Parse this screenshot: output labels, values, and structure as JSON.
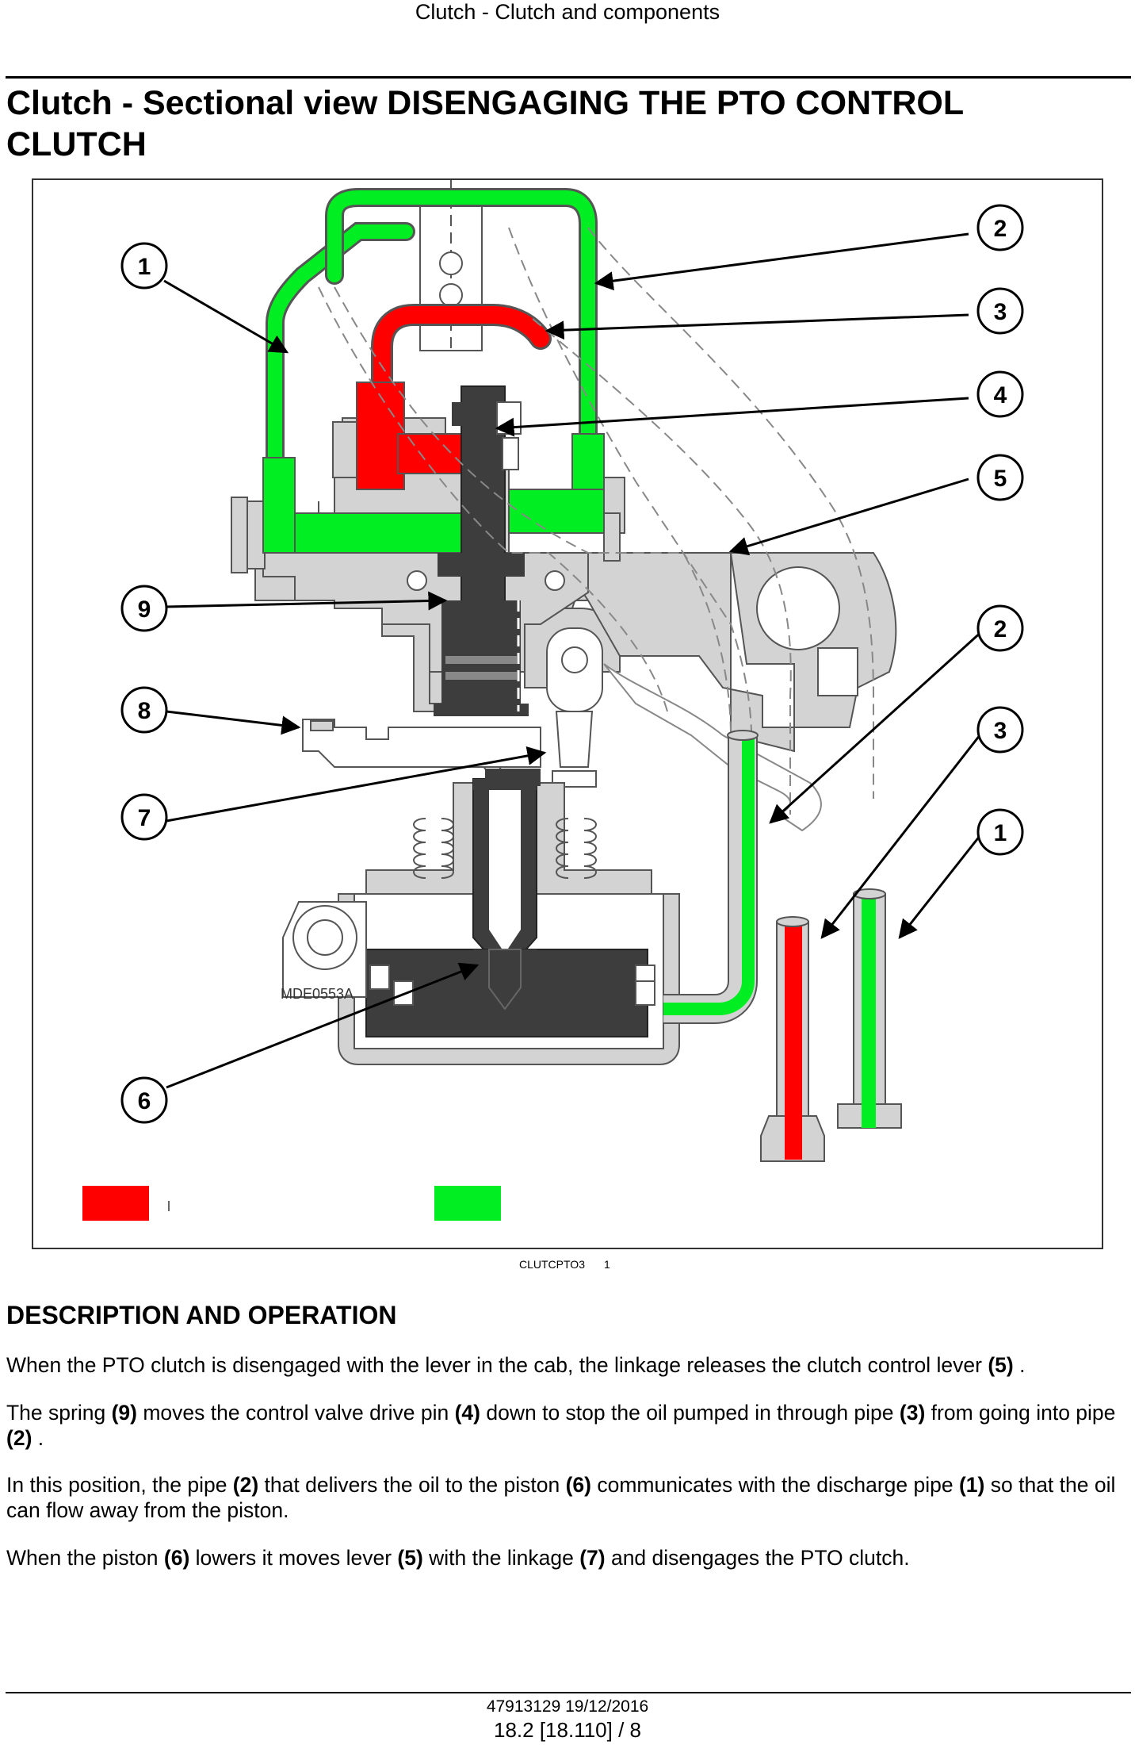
{
  "header": {
    "running_title": "Clutch - Clutch and components"
  },
  "title": "Clutch - Sectional view DISENGAGING THE PTO CONTROL CLUTCH",
  "figure": {
    "drawing_code": "MDE0553A",
    "caption_code": "CLUTCPTO3",
    "figure_number": "1",
    "callouts": {
      "c1a": "1",
      "c2a": "2",
      "c3a": "3",
      "c4": "4",
      "c5": "5",
      "c9": "9",
      "c8": "8",
      "c7": "7",
      "c6": "6",
      "c2b": "2",
      "c3b": "3",
      "c1b": "1"
    },
    "colors": {
      "pressure_oil": "#ff0000",
      "discharge_oil": "#00ee22",
      "housing": "#d3d3d3",
      "valve_parts": "#3d3d3d"
    }
  },
  "section": {
    "heading": "DESCRIPTION AND OPERATION",
    "p1": {
      "a": "When the PTO clutch is disengaged with the lever in the cab, the linkage releases the clutch control lever ",
      "r1": "(5)",
      "b": " ."
    },
    "p2": {
      "a": "The spring ",
      "r1": "(9)",
      "b": " moves the control valve drive pin ",
      "r2": "(4)",
      "c": " down to stop the oil pumped in through pipe ",
      "r3": "(3)",
      "d": " from going into pipe ",
      "r4": "(2)",
      "e": " ."
    },
    "p3": {
      "a": "In this position, the pipe ",
      "r1": "(2)",
      "b": " that delivers the oil to the piston ",
      "r2": "(6)",
      "c": " communicates with the discharge pipe ",
      "r3": "(1)",
      "d": " so that the oil can flow away from the piston."
    },
    "p4": {
      "a": "When the piston ",
      "r1": "(6)",
      "b": " lowers it moves lever ",
      "r2": "(5)",
      "c": " with the linkage ",
      "r3": "(7)",
      "d": " and disengages the PTO clutch."
    }
  },
  "footer": {
    "doc_id": "47913129 19/12/2016",
    "page_ref": "18.2 [18.110] / 8"
  }
}
